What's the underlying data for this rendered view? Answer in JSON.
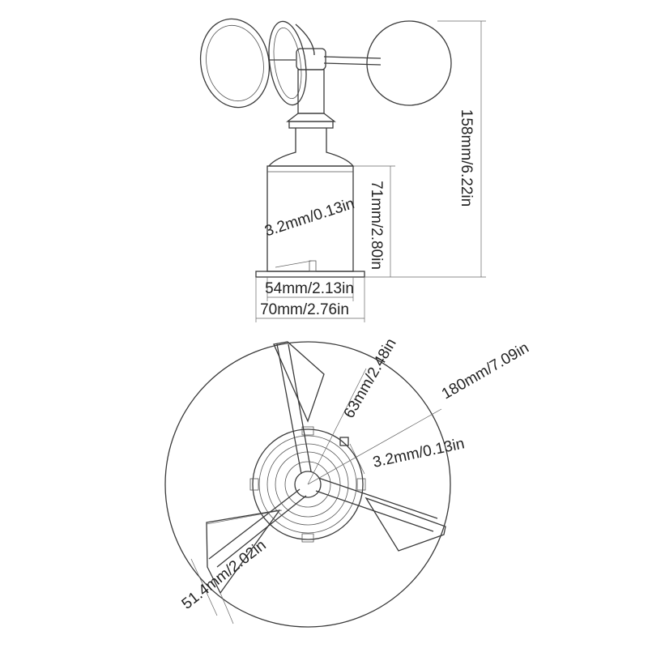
{
  "dimensions": {
    "overall_height": "158mm/6.22in",
    "body_height": "71mm/2.80in",
    "mount_hole_side": "3.2mm/0.13in",
    "inner_width": "54mm/2.13in",
    "outer_width": "70mm/2.76in",
    "cup_radius": "63mm/2.48in",
    "rotor_diameter": "180mm/7.09in",
    "mount_hole_top": "3.2mm/0.13in",
    "cup_diameter": "51.4mm/2.02in"
  }
}
